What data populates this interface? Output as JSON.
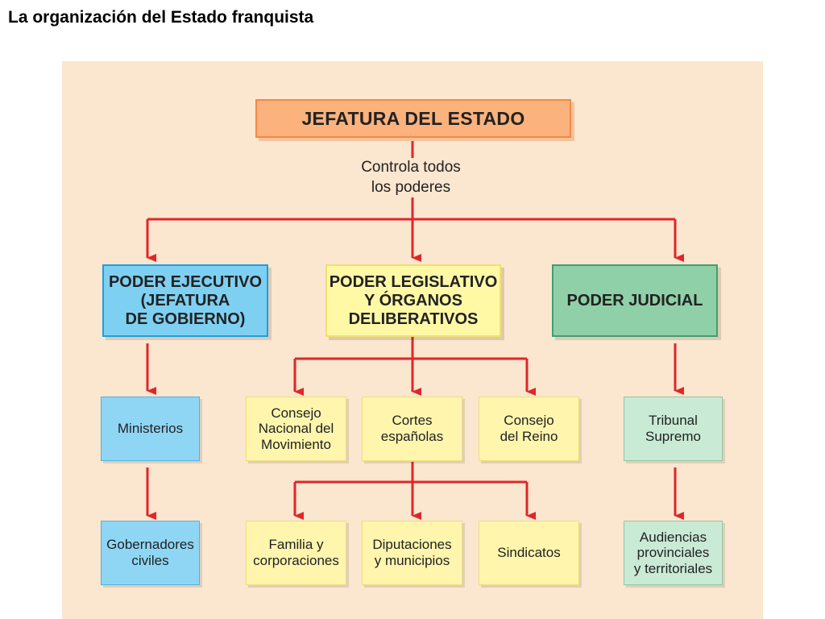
{
  "page": {
    "title": "La organización del Estado franquista"
  },
  "diagram": {
    "head": "JEFATURA DEL ESTADO",
    "head_note": "Controla todos\nlos poderes",
    "executive": {
      "title": "PODER EJECUTIVO\n(JEFATURA\nDE GOBIERNO)",
      "level1": "Ministerios",
      "level2": "Gobernadores\nciviles"
    },
    "legislative": {
      "title": "PODER LEGISLATIVO\nY ÓRGANOS\nDELIBERATIVOS",
      "organs": [
        "Consejo\nNacional del\nMovimiento",
        "Cortes\nespañolas",
        "Consejo\ndel Reino"
      ],
      "representation": [
        "Familia y\ncorporaciones",
        "Diputaciones\ny municipios",
        "Sindicatos"
      ]
    },
    "judicial": {
      "title": "PODER JUDICIAL",
      "level1": "Tribunal\nSupremo",
      "level2": "Audiencias\nprovinciales\ny territoriales"
    },
    "colors": {
      "arrow": "#e0262a",
      "panel": "#fbe6cf",
      "executive": "#7ed0f3",
      "legislative": "#fff9a6",
      "judicial": "#8fd0a8",
      "head": "#fbb27c"
    }
  }
}
